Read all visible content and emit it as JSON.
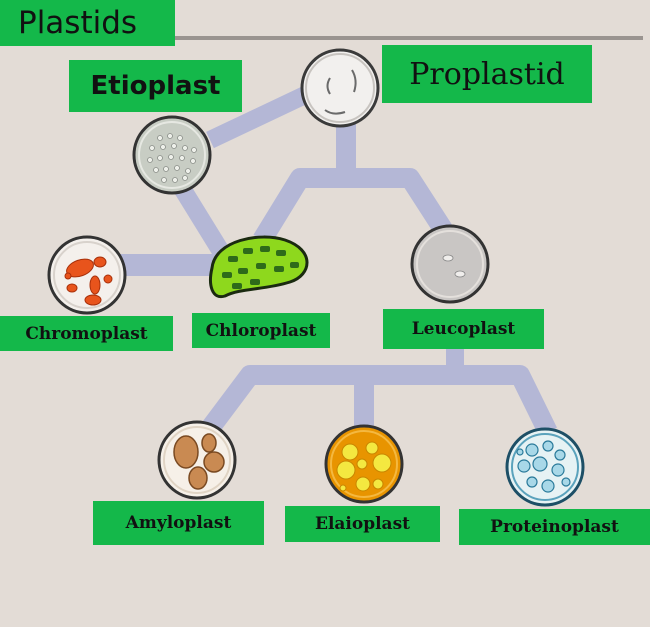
{
  "title": "Plastids",
  "labels": {
    "etioplast": "Etioplast",
    "proplastid": "Proplastid",
    "chromoplast": "Chromoplast",
    "chloroplast": "Chloroplast",
    "leucoplast": "Leucoplast",
    "amyloplast": "Amyloplast",
    "elaioplast": "Elaioplast",
    "proteinoplast": "Proteinoplast"
  },
  "colors": {
    "background": "#e3dcd6",
    "label_green": "#14b84a",
    "connector": "#b4b7d6",
    "chloroplast_fill": "#8ed81d",
    "chromoplast_pigment": "#e8541c",
    "amyloplast_grain": "#c98a52",
    "elaioplast_fill": "#e89400",
    "proteinoplast_body": "#a8d8e8"
  }
}
